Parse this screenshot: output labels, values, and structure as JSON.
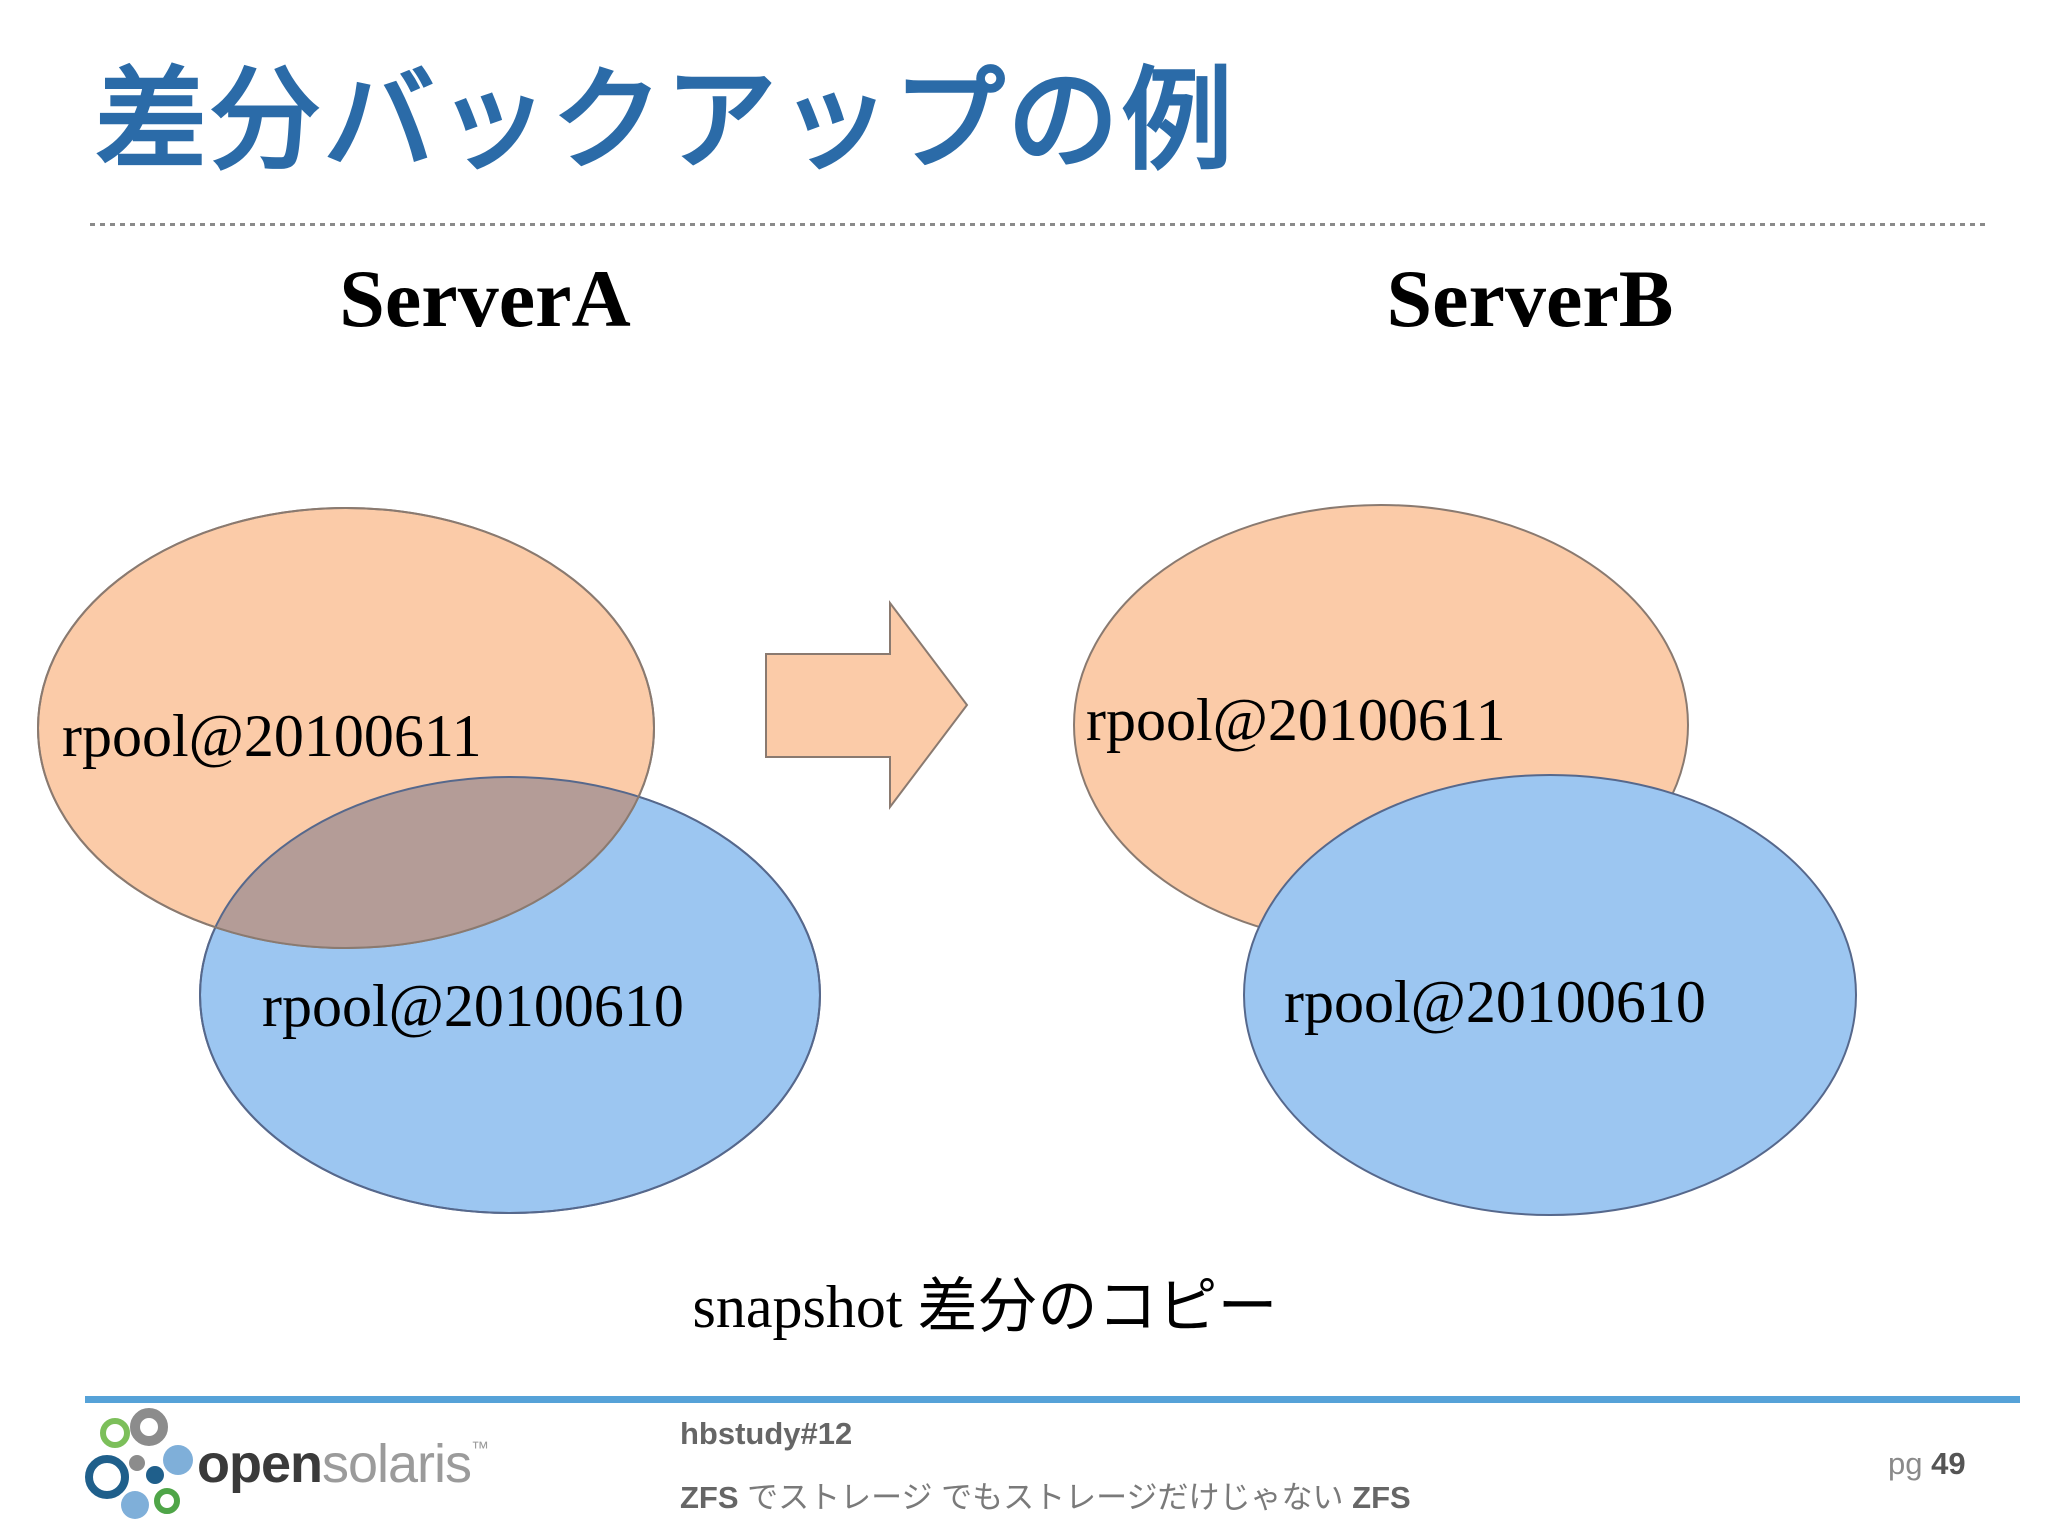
{
  "slide": {
    "title": "差分バックアップの例",
    "caption": "snapshot 差分のコピー"
  },
  "servers": {
    "server_a": {
      "heading": "ServerA",
      "snapshots": {
        "top": "rpool@20100611",
        "bottom": "rpool@20100610"
      }
    },
    "server_b": {
      "heading": "ServerB",
      "snapshots": {
        "top": "rpool@20100611",
        "bottom": "rpool@20100610"
      }
    }
  },
  "icons": {
    "copy_arrow": "right-block-arrow"
  },
  "colors": {
    "title_blue": "#2b6ba8",
    "snapshot_new_fill": "#fbcba8",
    "snapshot_old_fill": "#9cc6f1",
    "overlap_fill": "#b49c97",
    "orange_stroke": "#8a7a70",
    "blue_stroke": "#56688c",
    "footer_line_blue": "#56a2d8"
  },
  "footer": {
    "logo": {
      "open": "open",
      "solaris": "solaris",
      "tm": "™"
    },
    "event": "hbstudy#12",
    "subtitle_segments": [
      "ZFS",
      " でストレージ でもストレージだけじゃない ",
      "ZFS"
    ],
    "page_label": "pg ",
    "page_number": "49"
  }
}
